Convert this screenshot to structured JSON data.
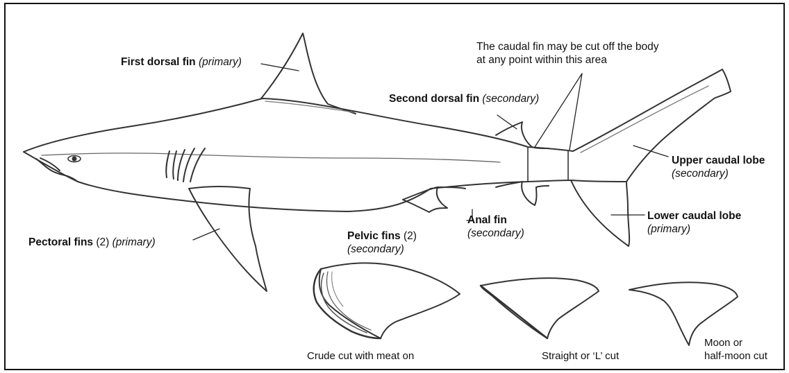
{
  "labels": {
    "first_dorsal": {
      "name": "First dorsal fin",
      "tag": "(primary)"
    },
    "second_dorsal": {
      "name": "Second dorsal fin",
      "tag": "(secondary)"
    },
    "caudal_note": {
      "line1": "The caudal fin may be cut off the body",
      "line2": "at any point within this area"
    },
    "upper_caudal": {
      "name": "Upper caudal lobe",
      "tag": "(secondary)"
    },
    "lower_caudal": {
      "name": "Lower caudal lobe",
      "tag": "(primary)"
    },
    "pectoral": {
      "name": "Pectoral fins",
      "count": "(2)",
      "tag": "(primary)"
    },
    "pelvic": {
      "name": "Pelvic fins",
      "count": "(2)",
      "tag": "(secondary)"
    },
    "anal": {
      "name": "Anal fin",
      "tag": "(secondary)"
    }
  },
  "cuts": {
    "crude": "Crude cut with meat on",
    "straight": "Straight or ‘L’ cut",
    "moon_line1": "Moon or",
    "moon_line2": "half-moon cut"
  }
}
